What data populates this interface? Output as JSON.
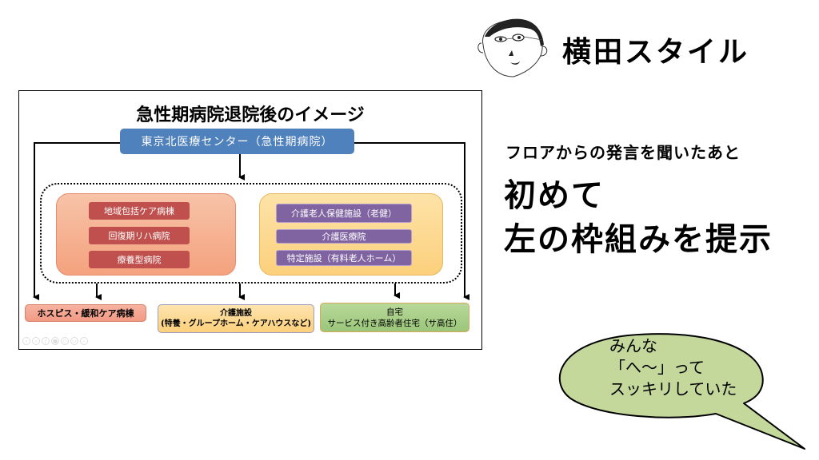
{
  "brand": {
    "title": "横田スタイル",
    "avatar": "hand-drawn-face-icon"
  },
  "slide": {
    "title": "急性期病院退院後のイメージ",
    "source_hospital": "東京北医療センター（急性期病院）",
    "hospital_group": {
      "items": [
        "地域包括ケア病棟",
        "回復期リハ病院",
        "療養型病院"
      ]
    },
    "care_group": {
      "items": [
        "介護老人保健施設（老健）",
        "介護医療院",
        "特定施設（有料老人ホーム）"
      ]
    },
    "outcomes": {
      "hospice": "ホスピス・緩和ケア病棟",
      "care_facility_title": "介護施設",
      "care_facility_detail": "(特養・グループホーム・ケアハウスなど)",
      "home_title": "自宅",
      "home_detail": "サービス付き高齢者住宅（サ高住）"
    },
    "controls": [
      "prev-icon",
      "next-icon",
      "pen-icon",
      "slides-icon",
      "zoom-icon",
      "subtitles-icon",
      "more-icon"
    ],
    "colors": {
      "hospital_blue": "#4f81bd",
      "red_pill": "#c0504d",
      "purple_pill": "#8064a2",
      "hospice_fill": "#f4a590",
      "care_fill": "#fcd590",
      "home_fill": "#a9cf88"
    }
  },
  "commentary": {
    "caption": "フロアからの発言を聞いたあと",
    "headline_line1": "初めて",
    "headline_line2": "左の枠組みを提示"
  },
  "speech_bubble": {
    "line1": "みんな",
    "line2": "「へ～」って",
    "line3": "スッキリしていた",
    "fill": "#c4d89c"
  }
}
